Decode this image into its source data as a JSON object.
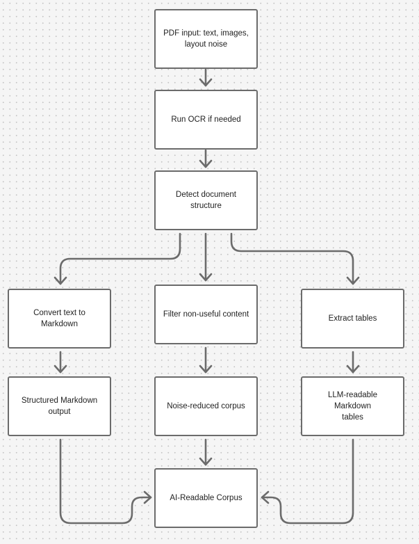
{
  "diagram": {
    "nodes": {
      "pdf_input": "PDF input: text, images,\nlayout noise",
      "run_ocr": "Run OCR if needed",
      "detect_structure": "Detect document\nstructure",
      "convert_text": "Convert text to\nMarkdown",
      "filter_content": "Filter non-useful content",
      "extract_tables": "Extract tables",
      "structured_output": "Structured Markdown\noutput",
      "noise_reduced": "Noise-reduced corpus",
      "llm_tables": "LLM-readable Markdown\ntables",
      "ai_corpus": "AI-Readable Corpus"
    },
    "edges": [
      [
        "pdf_input",
        "run_ocr"
      ],
      [
        "run_ocr",
        "detect_structure"
      ],
      [
        "detect_structure",
        "convert_text"
      ],
      [
        "detect_structure",
        "filter_content"
      ],
      [
        "detect_structure",
        "extract_tables"
      ],
      [
        "convert_text",
        "structured_output"
      ],
      [
        "filter_content",
        "noise_reduced"
      ],
      [
        "extract_tables",
        "llm_tables"
      ],
      [
        "structured_output",
        "ai_corpus"
      ],
      [
        "noise_reduced",
        "ai_corpus"
      ],
      [
        "llm_tables",
        "ai_corpus"
      ]
    ]
  }
}
